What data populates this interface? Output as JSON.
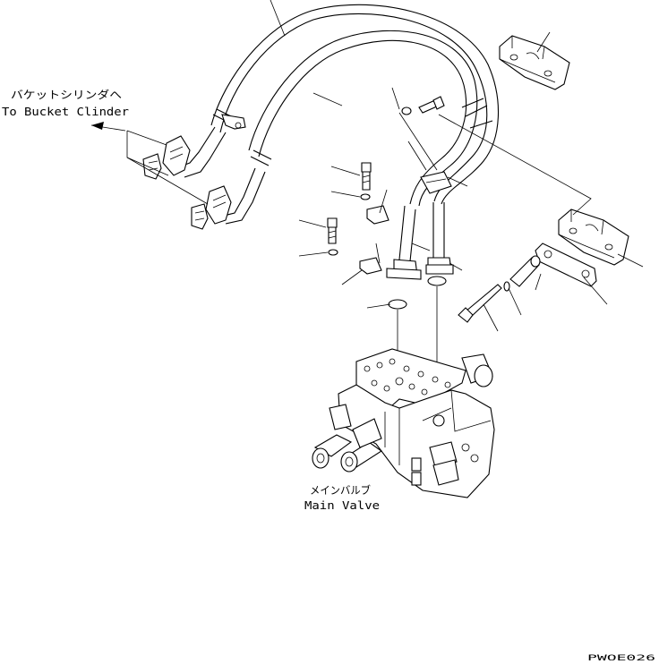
{
  "labels": {
    "bucket_cylinder_jp": "バケットシリンダへ",
    "bucket_cylinder_en": "To Bucket Clinder",
    "main_valve_jp": "メインバルブ",
    "main_valve_en": "Main Valve",
    "drawing_code": "PWOE026"
  },
  "colors": {
    "line": "#000000",
    "background": "#ffffff"
  }
}
